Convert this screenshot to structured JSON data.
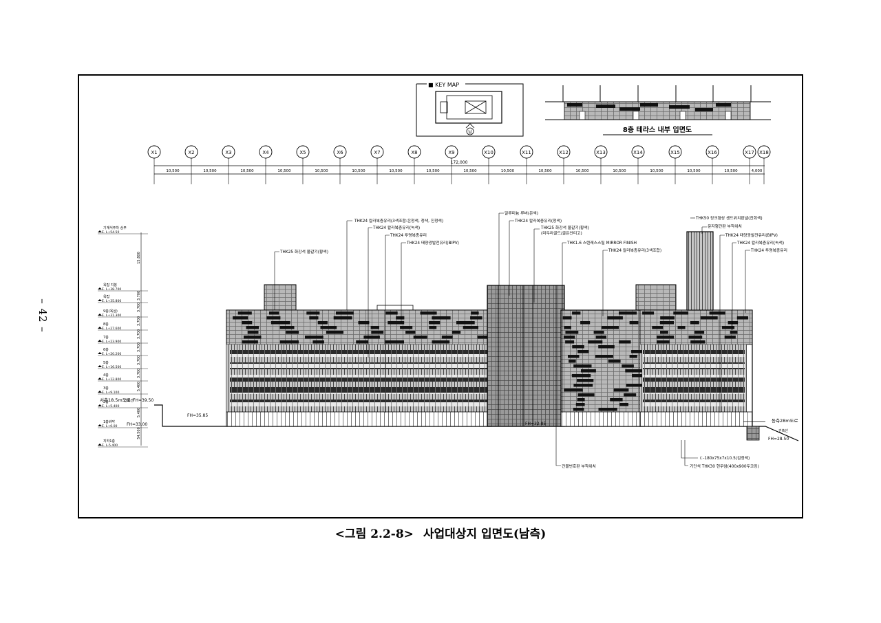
{
  "page_number": "– 42 –",
  "caption": {
    "figure_no": "<그림 2.2-8>",
    "title": "사업대상지 입면도(남측)"
  },
  "key_map": {
    "title": "■ KEY MAP",
    "south_mark": "남"
  },
  "terrace": {
    "title": "8층 테라스 내부 입면도"
  },
  "grid_lines": [
    "X1",
    "X2",
    "X3",
    "X4",
    "X5",
    "X6",
    "X7",
    "X8",
    "X9",
    "X10",
    "X11",
    "X12",
    "X13",
    "X14",
    "X15",
    "X16",
    "X17",
    "X18"
  ],
  "dimensions": {
    "total": "172,000",
    "spans": [
      "10,500",
      "10,500",
      "10,500",
      "10,500",
      "10,500",
      "10,500",
      "10,500",
      "10,500",
      "10,500",
      "10,500",
      "10,500",
      "10,500",
      "10,500",
      "10,500",
      "10,500",
      "10,500",
      "4,000"
    ]
  },
  "levels": [
    {
      "name": "기계식주차 상부",
      "el": "E. L+54.50"
    },
    {
      "name": "옥탑 지붕",
      "el": "E. L+38.700"
    },
    {
      "name": "옥탑",
      "el": "E. L+35.800"
    },
    {
      "name": "9층(옥상)",
      "el": "E. L+31.300"
    },
    {
      "name": "8층",
      "el": "E. L+27.600"
    },
    {
      "name": "7층",
      "el": "E. L+23.900"
    },
    {
      "name": "6층",
      "el": "E. L+20.200"
    },
    {
      "name": "5층",
      "el": "E. L+16.500"
    },
    {
      "name": "4층",
      "el": "E. L+12.800"
    },
    {
      "name": "3층",
      "el": "E. L+9.100"
    },
    {
      "name": "2층",
      "el": "E. L+5.400"
    },
    {
      "name": "1층바닥",
      "el": "E. L+0.00"
    },
    {
      "name": "지하1층",
      "el": "E. L-5.400"
    }
  ],
  "vertical_dims": [
    "15.800",
    "3.700",
    "3.700",
    "3.700",
    "3.700",
    "3.700",
    "3.700",
    "3.700",
    "5.400",
    "5.400",
    "54.500"
  ],
  "site_labels": {
    "west_road": "서측18.5m도로",
    "boundary_w": "건축선",
    "fh_w": "FH=39.50",
    "fh_35": "FH=35.85",
    "fh_33": "FH=33.00",
    "fh_32": "FH=32.85",
    "east_road": "동측28m도로",
    "boundary_e": "건축선",
    "fh_e": "FH=28.50"
  },
  "notes": [
    "THK25 화강석 물갈기(황색)",
    "THK24 칼라복층유리(3색조합:은청색, 청색, 진청색)",
    "THK24 칼라복층유리(녹색)",
    "THK24 투명복층유리",
    "THK24 태양광발전유리(BIPV)",
    "알루미늄 루버(은색)",
    "THK24 칼라복층유리(청색)",
    "THK25 화강석 물갈기(황색)",
    "(미두라골드/골든안티고)",
    "THK1.6 스텐레스스틸 MIRROR FINISH",
    "THK24 칼라복층유리(3색조합)",
    "THK50 징크형상 샌드위치판넬(진회색)",
    "문자형간판 부착위치",
    "THK24 태양광발전유리(BIPV)",
    "THK24 칼라복층유리(녹색)",
    "THK24 투명복층유리",
    "건물번호판 부착위치",
    "ㄷ-180x75x7x10.5(검정색)",
    "기단석 THK30 현무암(400x900두코킹)"
  ]
}
